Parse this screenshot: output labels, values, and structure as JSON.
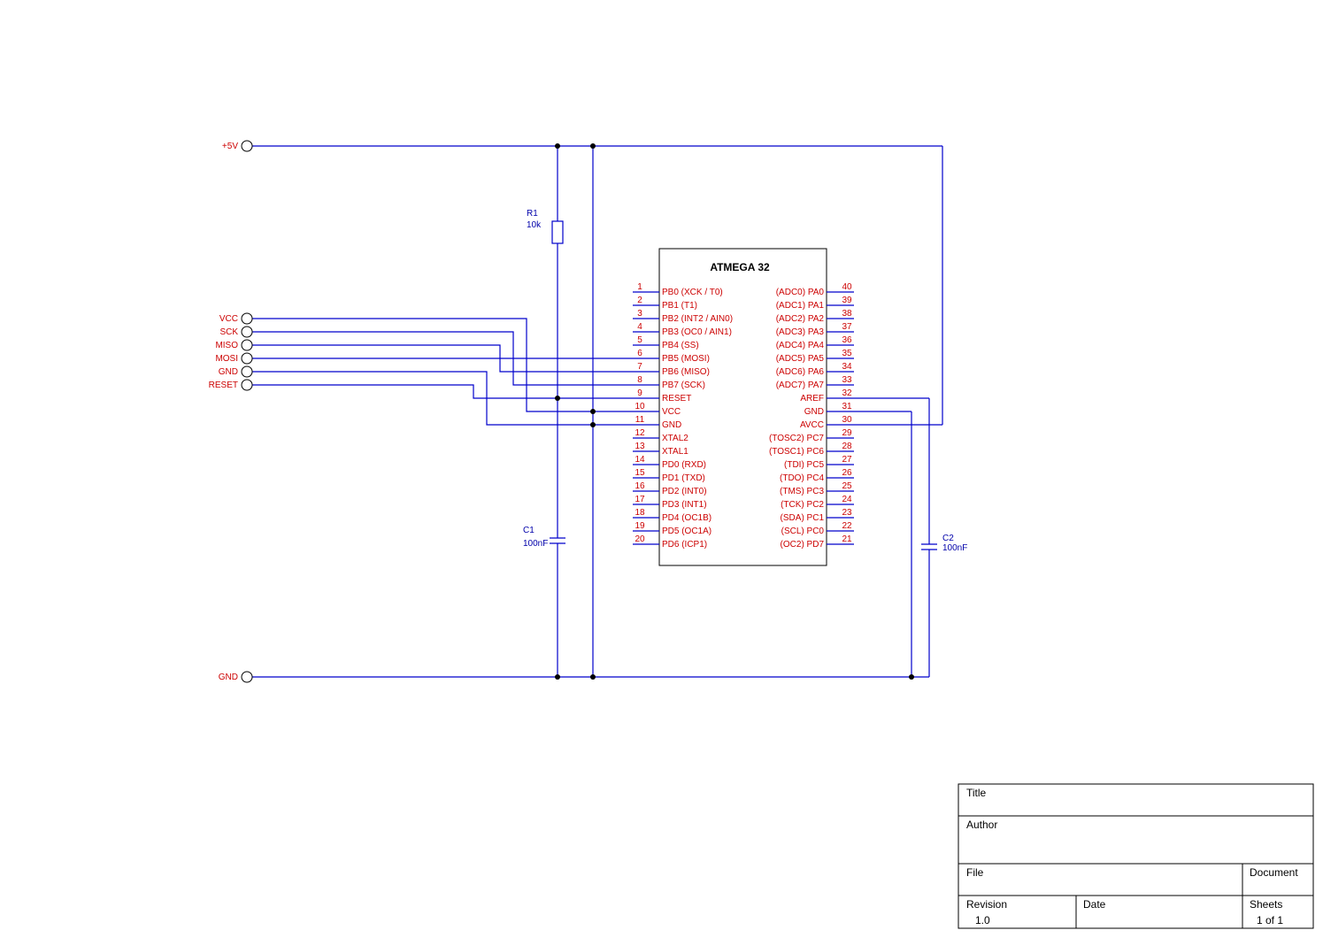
{
  "chip": {
    "name": "ATMEGA 32",
    "left_pins": [
      {
        "num": "1",
        "name": "PB0 (XCK / T0)"
      },
      {
        "num": "2",
        "name": "PB1 (T1)"
      },
      {
        "num": "3",
        "name": "PB2 (INT2 / AIN0)"
      },
      {
        "num": "4",
        "name": "PB3 (OC0 / AIN1)"
      },
      {
        "num": "5",
        "name": "PB4 (SS)"
      },
      {
        "num": "6",
        "name": "PB5 (MOSI)"
      },
      {
        "num": "7",
        "name": "PB6 (MISO)"
      },
      {
        "num": "8",
        "name": "PB7 (SCK)"
      },
      {
        "num": "9",
        "name": "RESET"
      },
      {
        "num": "10",
        "name": "VCC"
      },
      {
        "num": "11",
        "name": "GND"
      },
      {
        "num": "12",
        "name": "XTAL2"
      },
      {
        "num": "13",
        "name": "XTAL1"
      },
      {
        "num": "14",
        "name": "PD0 (RXD)"
      },
      {
        "num": "15",
        "name": "PD1 (TXD)"
      },
      {
        "num": "16",
        "name": "PD2 (INT0)"
      },
      {
        "num": "17",
        "name": "PD3 (INT1)"
      },
      {
        "num": "18",
        "name": "PD4 (OC1B)"
      },
      {
        "num": "19",
        "name": "PD5 (OC1A)"
      },
      {
        "num": "20",
        "name": "PD6 (ICP1)"
      }
    ],
    "right_pins": [
      {
        "num": "40",
        "name": "(ADC0) PA0"
      },
      {
        "num": "39",
        "name": "(ADC1) PA1"
      },
      {
        "num": "38",
        "name": "(ADC2) PA2"
      },
      {
        "num": "37",
        "name": "(ADC3) PA3"
      },
      {
        "num": "36",
        "name": "(ADC4) PA4"
      },
      {
        "num": "35",
        "name": "(ADC5) PA5"
      },
      {
        "num": "34",
        "name": "(ADC6) PA6"
      },
      {
        "num": "33",
        "name": "(ADC7) PA7"
      },
      {
        "num": "32",
        "name": "AREF"
      },
      {
        "num": "31",
        "name": "GND"
      },
      {
        "num": "30",
        "name": "AVCC"
      },
      {
        "num": "29",
        "name": "(TOSC2) PC7"
      },
      {
        "num": "28",
        "name": "(TOSC1) PC6"
      },
      {
        "num": "27",
        "name": "(TDI) PC5"
      },
      {
        "num": "26",
        "name": "(TDO) PC4"
      },
      {
        "num": "25",
        "name": "(TMS) PC3"
      },
      {
        "num": "24",
        "name": "(TCK) PC2"
      },
      {
        "num": "23",
        "name": "(SDA) PC1"
      },
      {
        "num": "22",
        "name": "(SCL) PC0"
      },
      {
        "num": "21",
        "name": "(OC2) PD7"
      }
    ]
  },
  "nets": {
    "vplus": "+5V",
    "gnd": "GND",
    "isp": [
      "VCC",
      "SCK",
      "MISO",
      "MOSI",
      "GND",
      "RESET"
    ]
  },
  "components": {
    "r1": {
      "ref": "R1",
      "value": "10k"
    },
    "c1": {
      "ref": "C1",
      "value": "100nF"
    },
    "c2": {
      "ref": "C2",
      "value": "100nF"
    }
  },
  "title_block": {
    "title_label": "Title",
    "author_label": "Author",
    "file_label": "File",
    "document_label": "Document",
    "revision_label": "Revision",
    "revision_value": "1.0",
    "date_label": "Date",
    "sheets_label": "Sheets",
    "sheets_value": "1 of 1"
  }
}
